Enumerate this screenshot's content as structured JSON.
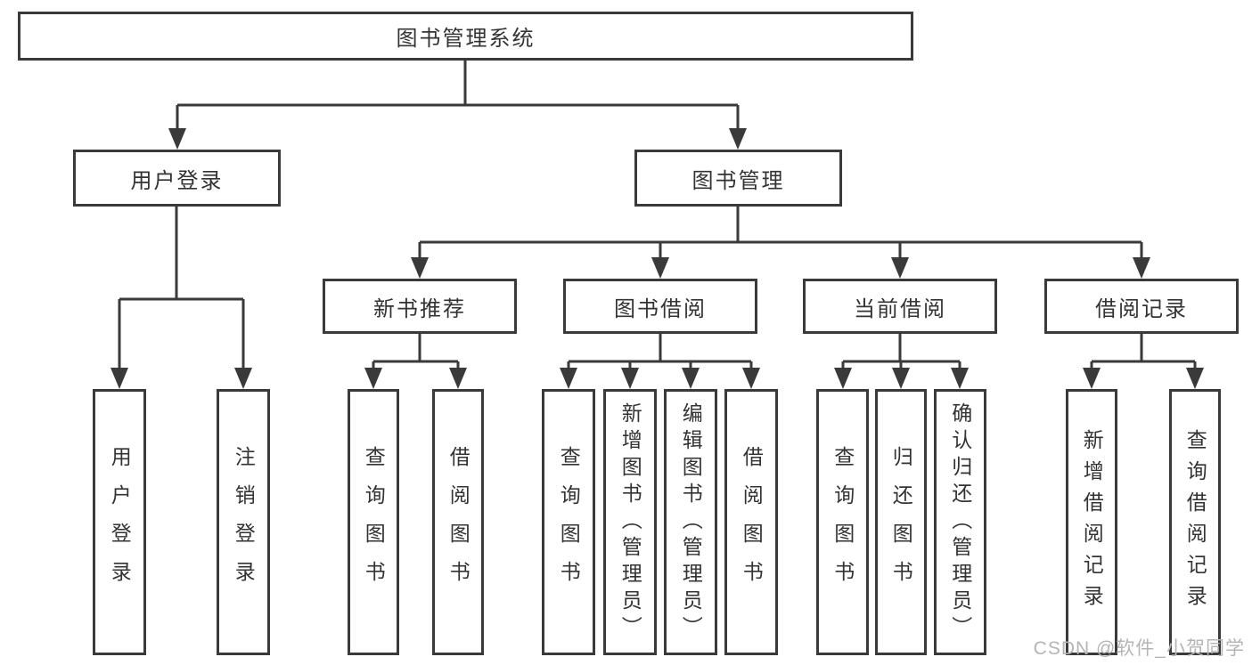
{
  "tree": {
    "root": {
      "label": "图书管理系统"
    },
    "login": {
      "label": "用户登录",
      "children": [
        {
          "label": "用户登录"
        },
        {
          "label": "注销登录"
        }
      ]
    },
    "mgmt": {
      "label": "图书管理",
      "groups": [
        {
          "label": "新书推荐",
          "children": [
            {
              "label": "查询图书"
            },
            {
              "label": "借阅图书"
            }
          ]
        },
        {
          "label": "图书借阅",
          "children": [
            {
              "label": "查询图书"
            },
            {
              "label": "新增图书（管理员）"
            },
            {
              "label": "编辑图书（管理员）"
            },
            {
              "label": "借阅图书"
            }
          ]
        },
        {
          "label": "当前借阅",
          "children": [
            {
              "label": "查询图书"
            },
            {
              "label": "归还图书"
            },
            {
              "label": "确认归还（管理员）"
            }
          ]
        },
        {
          "label": "借阅记录",
          "children": [
            {
              "label": "新增借阅记录"
            },
            {
              "label": "查询借阅记录"
            }
          ]
        }
      ]
    }
  },
  "watermark": {
    "text": "CSDN @软件_小贺同学"
  },
  "colors": {
    "line": "#3a3a3a",
    "box_border": "#3a3a3a",
    "text": "#333333",
    "watermark": "#b5b5b5",
    "background": "#ffffff"
  }
}
